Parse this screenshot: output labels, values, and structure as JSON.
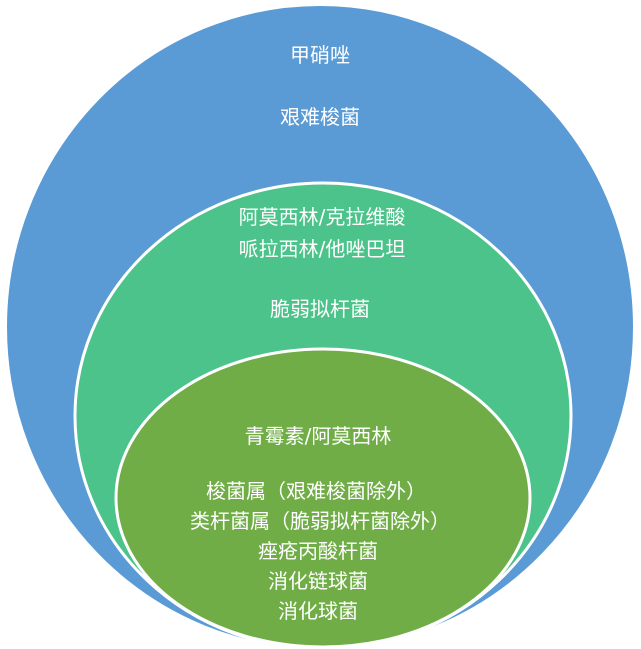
{
  "colors": {
    "outer": "#5B9BD5",
    "middle": "#4CC38A",
    "inner": "#70AD47",
    "border": "#FFFFFF"
  },
  "outer": {
    "drug": "甲硝唑",
    "organisms": [
      "艰难梭菌"
    ]
  },
  "middle": {
    "drugs": [
      "阿莫西林/克拉维酸",
      "哌拉西林/他唑巴坦"
    ],
    "organisms": [
      "脆弱拟杆菌"
    ]
  },
  "inner": {
    "drug": "青霉素/阿莫西林",
    "organisms": [
      "梭菌属（艰难梭菌除外）",
      "类杆菌属（脆弱拟杆菌除外）",
      "痤疮丙酸杆菌",
      "消化链球菌",
      "消化球菌"
    ]
  }
}
